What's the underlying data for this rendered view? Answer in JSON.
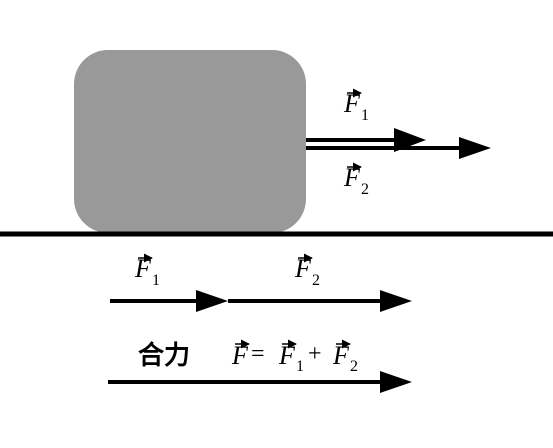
{
  "block": {
    "color": "#999999"
  },
  "ground": {
    "color": "#000000"
  },
  "arrows": {
    "color": "#000000"
  },
  "labels": {
    "f1_letter": "F",
    "f1_sub": "1",
    "f2_letter": "F",
    "f2_sub": "2",
    "resultant_caption": "合力",
    "eq_f": "F",
    "eq_equals": "=",
    "eq_plus": "+"
  }
}
